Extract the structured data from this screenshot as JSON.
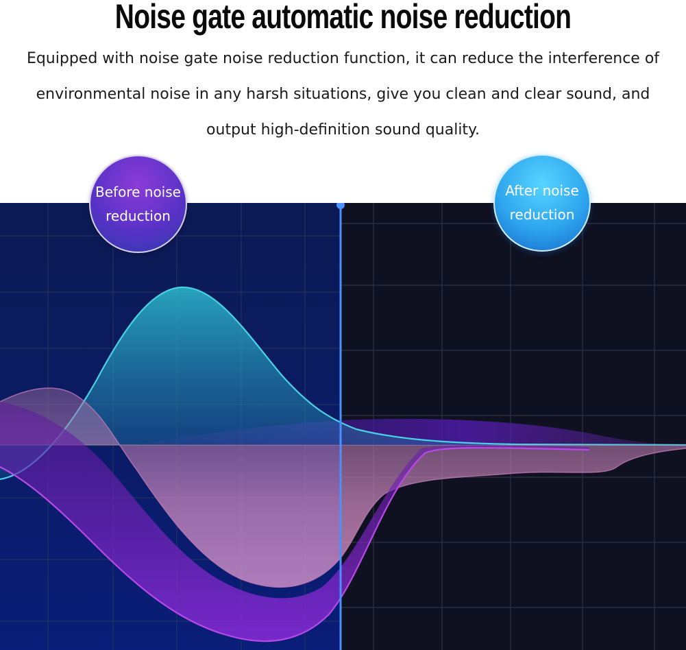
{
  "header": {
    "title": "Noise gate automatic noise reduction",
    "description_lines": [
      "Equipped with noise gate noise reduction function, it can reduce the interference of",
      "environmental noise in any harsh situations, give you clean and clear sound, and",
      "output high-definition sound quality."
    ]
  },
  "labels": {
    "before": [
      "Before noise",
      "reduction"
    ],
    "after": [
      "After noise",
      "reduction"
    ]
  },
  "colors": {
    "before_panel": "#0a1a5a",
    "after_panel": "#0f1020",
    "cyan_wave": "#2fb8d0",
    "purple_wave": "#b04ad8",
    "pink_wave": "#d48ab8",
    "divider": "#4a90ff"
  }
}
